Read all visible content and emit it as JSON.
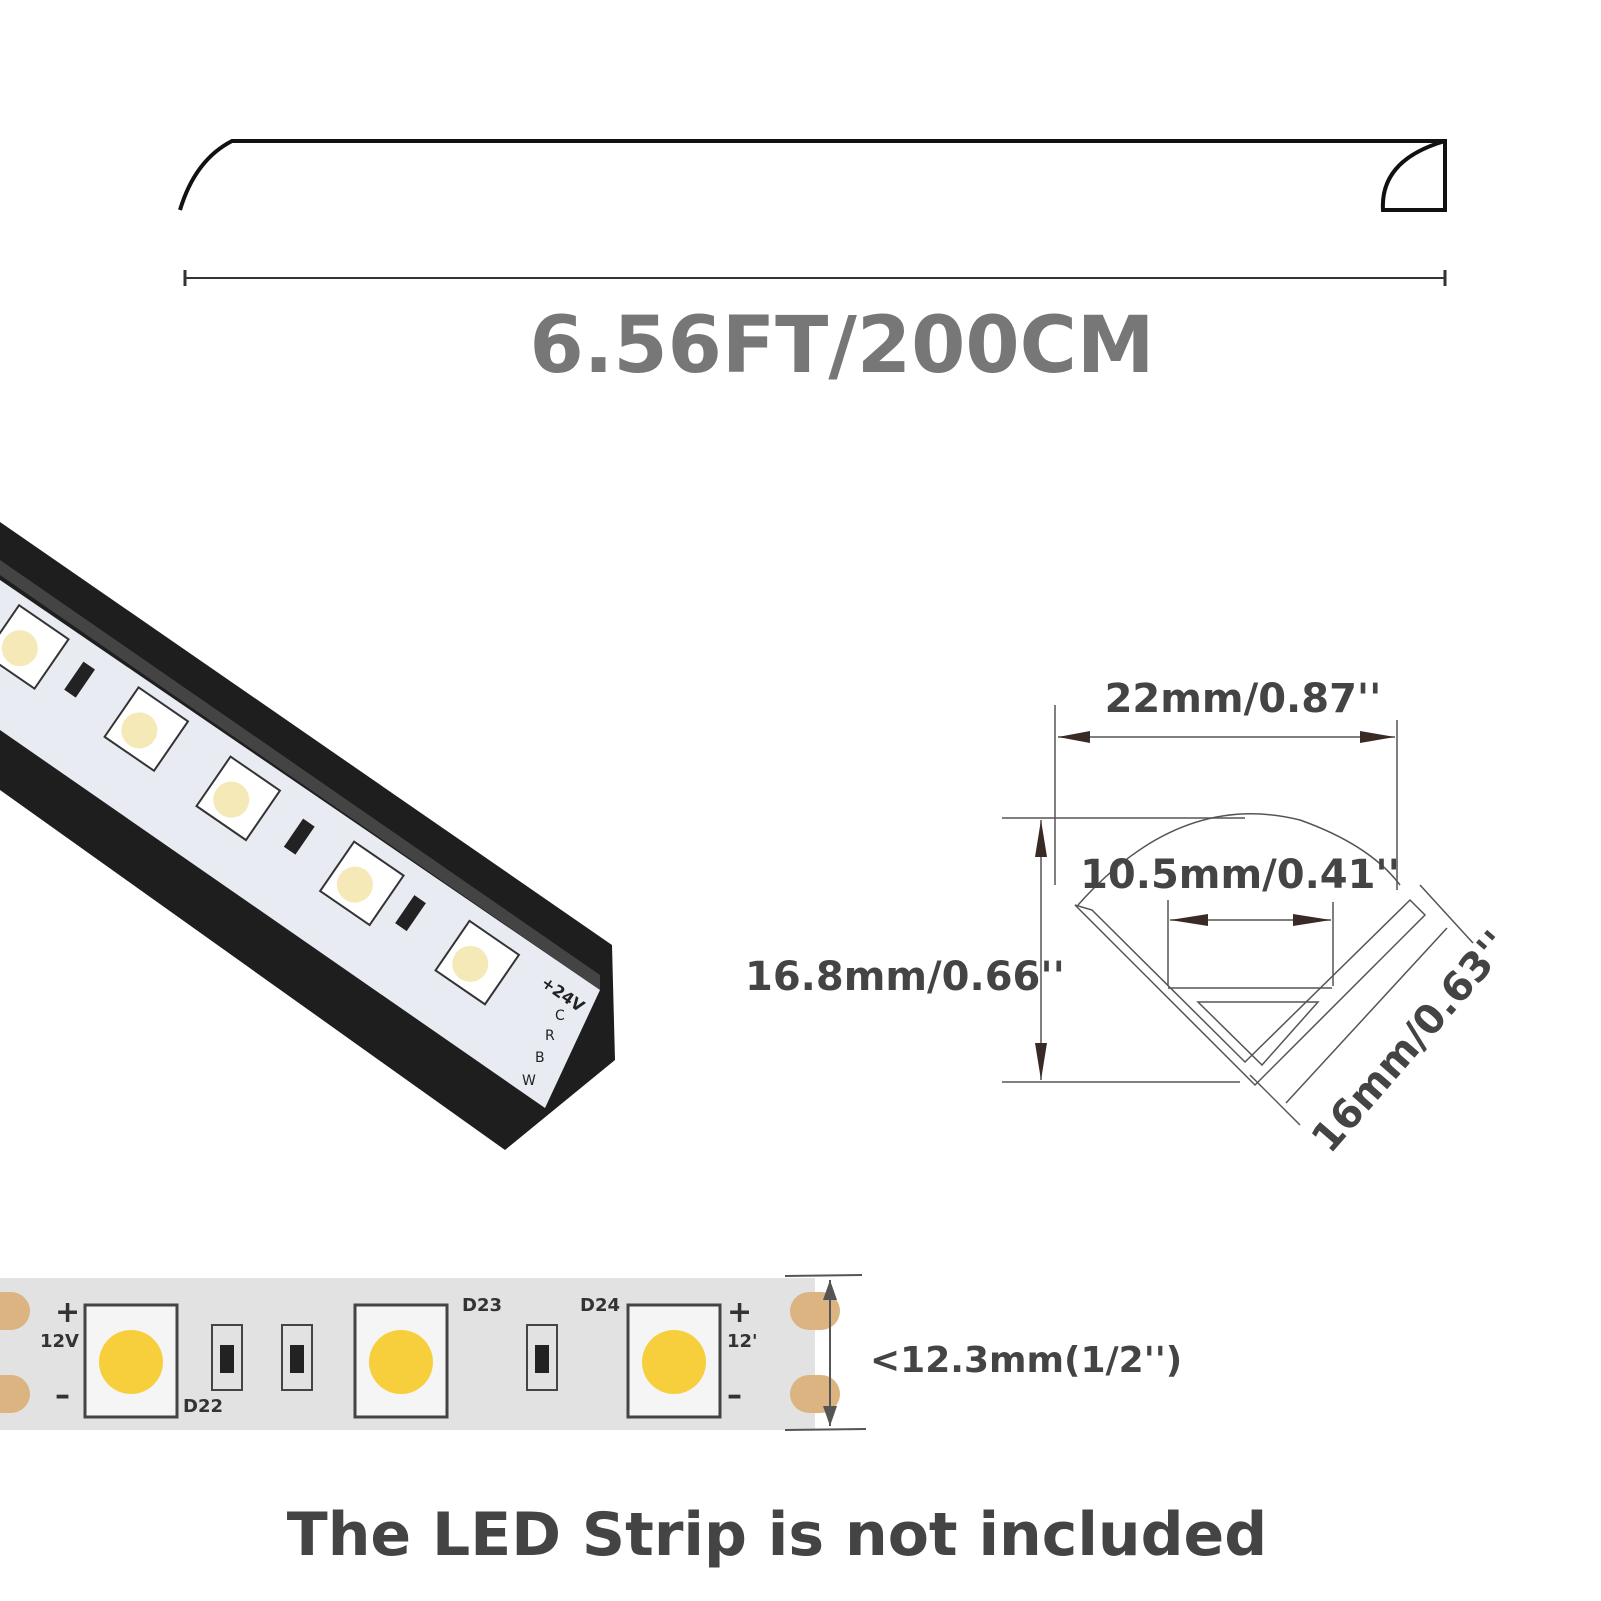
{
  "length_diagram": {
    "length_label": "6.56FT/200CM"
  },
  "profile_photo": {
    "labels": [
      "+24V",
      "C",
      "R",
      "B",
      "W"
    ]
  },
  "cross_section": {
    "width_label": "22mm/0.87''",
    "inner_width_label": "10.5mm/0.41''",
    "height_label": "16.8mm/0.66''",
    "side_label": "16mm/0.63''"
  },
  "led_strip": {
    "width_label": "<12.3mm(1/2'')",
    "plus": "+",
    "minus": "–",
    "voltage_left": "12V",
    "voltage_right": "12'",
    "led_ids": [
      "D22",
      "D23",
      "D24"
    ]
  },
  "footer": {
    "note": "The LED Strip is not included"
  },
  "colors": {
    "led": "#f7cf3c",
    "pad": "#dcb482",
    "strip": "#e2e2e2",
    "channel": "#1e1e1e",
    "text": "#444444"
  }
}
